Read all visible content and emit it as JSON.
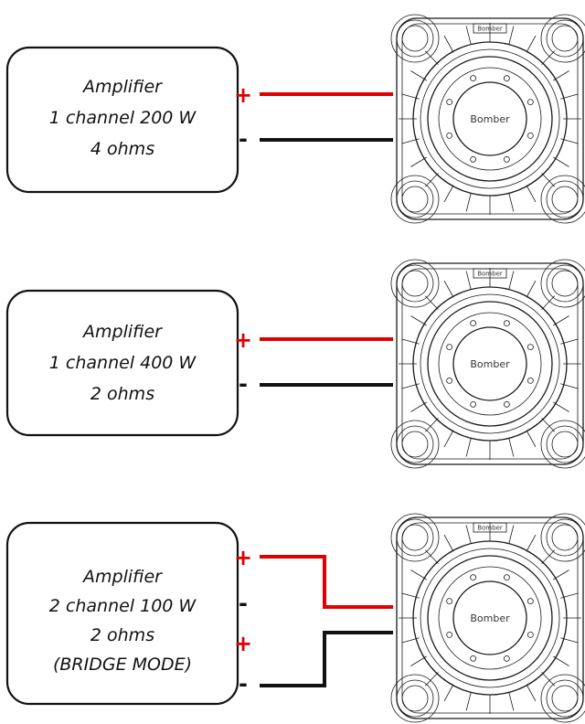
{
  "colors": {
    "positive_wire": "#e00000",
    "negative_wire": "#111111",
    "box_border": "#111111",
    "background": "#ffffff"
  },
  "speaker": {
    "icon": "subwoofer-speaker-icon",
    "brand": "Bomber"
  },
  "diagrams": [
    {
      "amplifier": {
        "lines": [
          "Amplifier",
          "1 channel 200 W",
          "4 ohms"
        ]
      },
      "terminals": [
        {
          "symbol": "+",
          "polarity": "positive"
        },
        {
          "symbol": "-",
          "polarity": "negative"
        }
      ]
    },
    {
      "amplifier": {
        "lines": [
          "Amplifier",
          "1 channel 400 W",
          "2 ohms"
        ]
      },
      "terminals": [
        {
          "symbol": "+",
          "polarity": "positive"
        },
        {
          "symbol": "-",
          "polarity": "negative"
        }
      ]
    },
    {
      "amplifier": {
        "lines": [
          "Amplifier",
          "2 channel 100 W",
          "2 ohms",
          "(BRIDGE MODE)"
        ]
      },
      "terminals": [
        {
          "symbol": "+",
          "polarity": "positive"
        },
        {
          "symbol": "-",
          "polarity": "negative"
        },
        {
          "symbol": "+",
          "polarity": "positive"
        },
        {
          "symbol": "-",
          "polarity": "negative"
        }
      ]
    }
  ]
}
